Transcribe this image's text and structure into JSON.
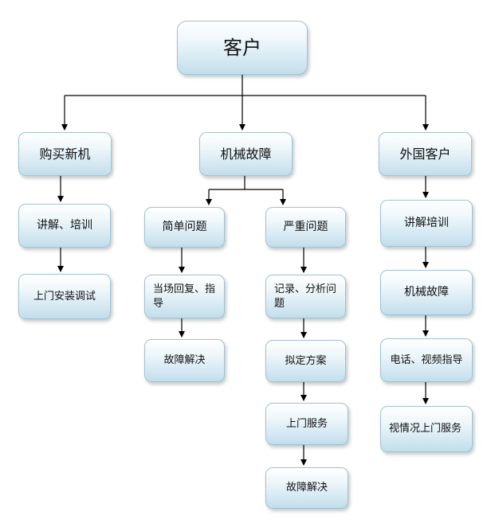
{
  "root": {
    "label": "客户"
  },
  "branches": [
    {
      "label": "购买新机",
      "steps": [
        "讲解、培训",
        "上门安装调试"
      ]
    },
    {
      "label": "机械故障",
      "sub": [
        {
          "label": "简单问题",
          "steps": [
            "当场回复、指导",
            "故障解决"
          ]
        },
        {
          "label": "严重问题",
          "steps": [
            "记录、分析问题",
            "拟定方案",
            "上门服务",
            "故障解决"
          ]
        }
      ]
    },
    {
      "label": "外国客户",
      "steps": [
        "讲解培训",
        "机械故障",
        "电话、视频指导",
        "视情况上门服务"
      ]
    }
  ]
}
